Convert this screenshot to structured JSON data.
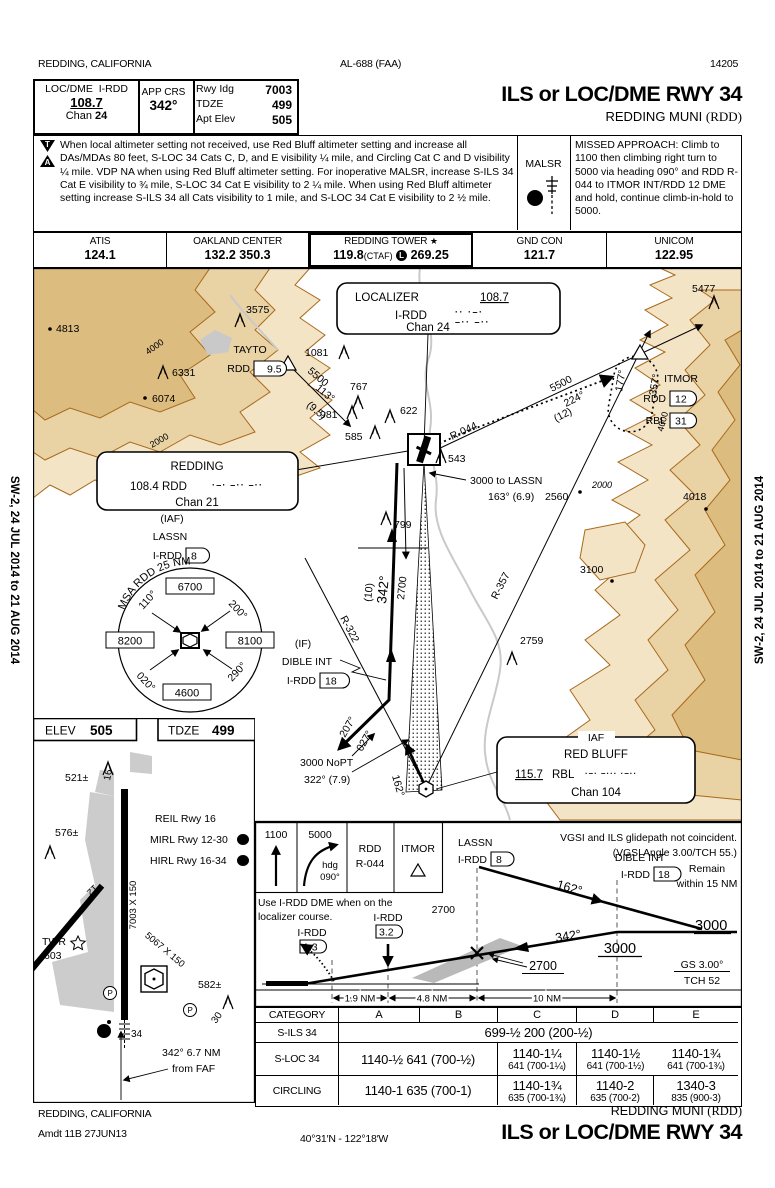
{
  "edition": {
    "left": "SW-2, 24 JUL 2014 to 21 AUG 2014",
    "right": "SW-2, 24 JUL 2014 to 21 AUG 2014"
  },
  "header": {
    "city": "REDDING, CALIFORNIA",
    "al_number": "AL-688 (FAA)",
    "chart_id": "14205"
  },
  "briefing": {
    "nav_type": "LOC/DME",
    "nav_ident": "I-RDD",
    "nav_freq": "108.7",
    "nav_chan_label": "Chan",
    "nav_chan": "24",
    "app_crs_label": "APP CRS",
    "app_crs": "342°",
    "rwy_ldg_label": "Rwy Idg",
    "rwy_ldg": "7003",
    "tdze_label": "TDZE",
    "tdze": "499",
    "apt_elev_label": "Apt Elev",
    "apt_elev": "505",
    "title": "ILS or LOC/DME RWY 34",
    "airport_name": "REDDING MUNI",
    "airport_id": "(RDD)"
  },
  "notes": {
    "icon_t": "T",
    "icon_a": "A",
    "body": "When local altimeter setting not received, use Red Bluff altimeter setting and increase all DAs/MDAs 80 feet, S-LOC 34 Cats C, D, and E visibility ¼ mile, and Circling Cat C and D visibility ¼ mile. VDP NA when using Red Bluff altimeter setting. For inoperative MALSR, increase S-ILS 34 Cat E visibility to ¾ mile, S-LOC 34 Cat E visibility to 2 ¼ mile.  When using Red Bluff altimeter setting increase S-ILS 34 all Cats visibility to 1 mile, and S-LOC 34 Cat E visibility to 2 ½ mile.",
    "lighting": "MALSR",
    "lighting_icon": "A5",
    "missed": "MISSED APPROACH:  Climb to 1100 then climbing right turn to 5000 via heading 090° and RDD R-044 to ITMOR INT/RDD 12 DME and hold, continue climb-in-hold to 5000."
  },
  "freqs": {
    "atis_label": "ATIS",
    "atis": "124.1",
    "center_label": "OAKLAND CENTER",
    "center": "132.2 350.3",
    "tower_label": "REDDING TOWER",
    "tower_star": "★",
    "tower_freq1": "119.8",
    "tower_ctaf": "(CTAF)",
    "tower_l": "L",
    "tower_freq2": "269.25",
    "gnd_label": "GND CON",
    "gnd": "121.7",
    "unicom_label": "UNICOM",
    "unicom": "122.95"
  },
  "plan": {
    "loc_box": {
      "name": "LOCALIZER",
      "freq": "108.7",
      "ident": "I-RDD",
      "morse1": "·· ·–·",
      "morse2": "–·· –··",
      "chan": "Chan 24"
    },
    "vor_box": {
      "name": "REDDING",
      "freq": "108.4 RDD",
      "morse1": "·–· –·· –··",
      "chan": "Chan 21"
    },
    "rbl_box": {
      "role": "IAF",
      "name": "RED BLUFF",
      "freq": "115.7",
      "ident": "RBL",
      "morse1": "·–· –··· ·–··",
      "chan": "Chan 104"
    },
    "tayto": {
      "name": "TAYTO",
      "d_label": "RDD",
      "d": "9.5"
    },
    "itmor": {
      "name": "ITMOR",
      "d1_label": "RDD",
      "d1": "12",
      "d2_label": "RBL",
      "d2": "31"
    },
    "lassn": {
      "role": "(IAF)",
      "name": "LASSN",
      "d_label": "I-RDD",
      "d": "8"
    },
    "dible": {
      "role": "(IF)",
      "name": "DIBLE INT",
      "d_label": "I-RDD",
      "d": "18"
    },
    "msa": {
      "title": "MSA RDD 25 NM",
      "n": "6700",
      "e": "8100",
      "s": "4600",
      "w": "8200",
      "b_nw": "110°",
      "b_ne": "200°",
      "b_se": "290°",
      "b_sw": "020°"
    },
    "obstacles": [
      "4813",
      "3575",
      "6331",
      "6074",
      "1081",
      "767",
      "981",
      "622",
      "585",
      "543",
      "799",
      "5477",
      "2560",
      "4018",
      "3100",
      "2759"
    ],
    "contours": [
      "4000",
      "2000",
      "2000",
      "4000",
      "2000"
    ],
    "labels": {
      "t1_alt": "5500",
      "t1_crs": "113°",
      "t1_dist": "(9.5)",
      "r044": "R-044",
      "ma_alt": "5500",
      "ma_crs": "224°",
      "ma_dist": "(12)",
      "hold_out": "177°",
      "hold_in": "357°",
      "lassn_note1": "3000 to LASSN",
      "lassn_note2": "163° (6.9)",
      "crs": "342°",
      "crs_alt": "2700",
      "crs_dist": "(10)",
      "r357": "R-357",
      "r322": "R-322",
      "pt_out": "207°",
      "pt_in": "027°",
      "rbl_note1": "3000 NoPT",
      "rbl_note2": "322° (7.9)",
      "feather_crs": "162°"
    }
  },
  "sketch": {
    "elev_label": "ELEV",
    "elev": "505",
    "tdze_label": "TDZE",
    "tdze": "499",
    "obst_521": "521±",
    "obst_576": "576±",
    "obst_582": "582±",
    "twr_label": "TWR",
    "twr": "603",
    "rwy16": "16",
    "rwy34": "34",
    "rwy12": "12",
    "rwy30": "30",
    "dim_1634": "7003 X 150",
    "dim_1230": "5067 X 150",
    "light1": "REIL Rwy 16",
    "light2": "MIRL Rwy 12-30",
    "light3": "HIRL Rwy 16-34",
    "l_circle": "L",
    "a5": "A5",
    "p": "P",
    "faf1": "342° 6.7 NM",
    "faf2": "from FAF"
  },
  "profile": {
    "m1": "1100",
    "m2": "5000",
    "m2b": "hdg",
    "m2c": "090°",
    "m3a": "RDD",
    "m3b": "R-044",
    "m4": "ITMOR",
    "vgsi1": "VGSI and ILS glidepath not coincident.",
    "vgsi2": "(VGSI Angle 3.00/TCH 55.)",
    "dme1": "Use I-RDD DME when on the",
    "dme2": "localizer course.",
    "lassn_name": "LASSN",
    "lassn_d_label": "I-RDD",
    "lassn_d": "8",
    "dible_name": "DIBLE INT",
    "dible_d_label": "I-RDD",
    "dible_d": "18",
    "remain1": "Remain",
    "remain2": "within 15 NM",
    "alt_right": "3000",
    "alt_dible": "3000",
    "feeder_crs": "162°",
    "gp_crs": "342°",
    "int_alt": "2700",
    "int_alt2": "2700",
    "gs": "GS 3.00°",
    "tch": "TCH 52",
    "map_d_label": "I-RDD",
    "map_d": "1.3",
    "faf_d_label": "I-RDD",
    "faf_d": "3.2",
    "dist1": "1.9 NM",
    "dist2": "4.8 NM",
    "dist3": "10 NM"
  },
  "minimums": {
    "category_label": "CATEGORY",
    "cats": [
      "A",
      "B",
      "C",
      "D",
      "E"
    ],
    "sils": {
      "name": "S-ILS 34",
      "all": "699-½  200 (200-½)"
    },
    "sloc": {
      "name": "S-LOC 34",
      "ab": "1140-½  641 (700-½)",
      "c1": "1140-1¼",
      "c2": "641 (700-1¼)",
      "d1": "1140-1½",
      "d2": "641 (700-1½)",
      "e1": "1140-1¾",
      "e2": "641 (700-1¾)"
    },
    "circling": {
      "name": "CIRCLING",
      "ab": "1140-1  635 (700-1)",
      "c1": "1140-1¾",
      "c2": "635 (700-1¾)",
      "d1": "1140-2",
      "d2": "635 (700-2)",
      "e1": "1340-3",
      "e2": "835 (900-3)"
    }
  },
  "footer": {
    "city": "REDDING, CALIFORNIA",
    "amdt": "Amdt 11B  27JUN13",
    "coords": "40°31′N - 122°18′W",
    "airport_name": "REDDING MUNI",
    "airport_id": "(RDD)",
    "title": "ILS or LOC/DME RWY 34"
  },
  "colors": {
    "terrain_light": "#F3E4C6",
    "terrain_mid": "#E9D2A3",
    "terrain_dark": "#DDBC80",
    "contour": "#A8691C",
    "water": "#C9C9C9",
    "ink": "#000000"
  }
}
